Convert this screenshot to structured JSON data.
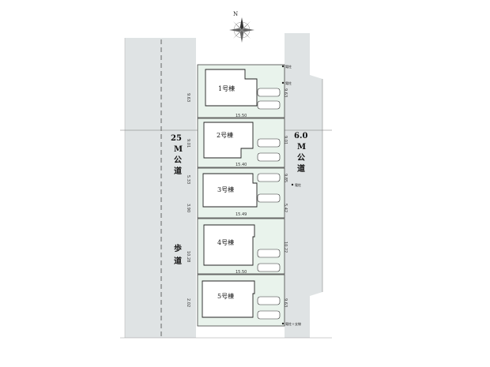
{
  "compass": {
    "north_label": "N"
  },
  "roads": {
    "west": {
      "name_top": "25",
      "name_unit": "M",
      "name_word1": "公",
      "name_word2": "道"
    },
    "west_sidewalk": {
      "word1": "歩",
      "word2": "道"
    },
    "east": {
      "name_top": "6.0",
      "name_unit": "M",
      "name_word1": "公",
      "name_word2": "道"
    }
  },
  "lots": [
    {
      "building": "1号棟",
      "depth": "15.50",
      "frontage": "9.63"
    },
    {
      "building": "2号棟",
      "depth": "15.40",
      "frontage": "9.01"
    },
    {
      "building": "3号棟",
      "depth": "15.49",
      "frontage": "5.33"
    },
    {
      "building": "4号棟",
      "depth": "15.50",
      "frontage": "10.28"
    },
    {
      "building": "5号棟",
      "depth": "",
      "frontage": "2.02"
    }
  ],
  "extra_dims": {
    "east_1": "9.63",
    "east_2": "9.01",
    "east_3": "9.85",
    "east_4": "5.42",
    "east_5": "10.22",
    "east_6": "9.63",
    "west_3b": "3.90"
  },
  "utility_labels": {
    "pole_1": "電柱",
    "pole_2": "電柱",
    "pole_3": "電柱",
    "pole_4": "電柱＋支線"
  },
  "colors": {
    "road": "#dfe3e4",
    "lot_fill": "#e9f3ec",
    "line": "#444444",
    "building_fill": "#ffffff"
  }
}
